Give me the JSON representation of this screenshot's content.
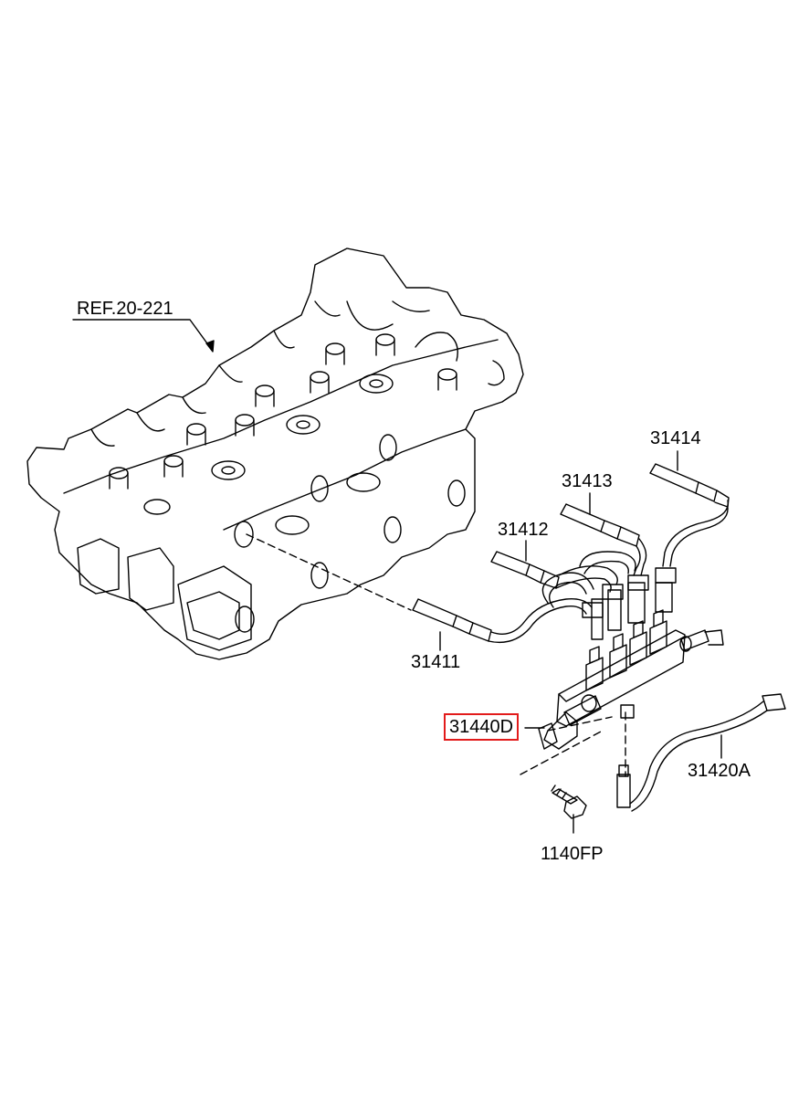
{
  "labels": {
    "ref": "REF.20-221",
    "p31414": "31414",
    "p31413": "31413",
    "p31412": "31412",
    "p31411": "31411",
    "p31440d": "31440D",
    "p31420a": "31420A",
    "p1140fp": "1140FP"
  },
  "colors": {
    "line": "#000000",
    "highlight": "#e21b1b",
    "background": "#ffffff"
  }
}
